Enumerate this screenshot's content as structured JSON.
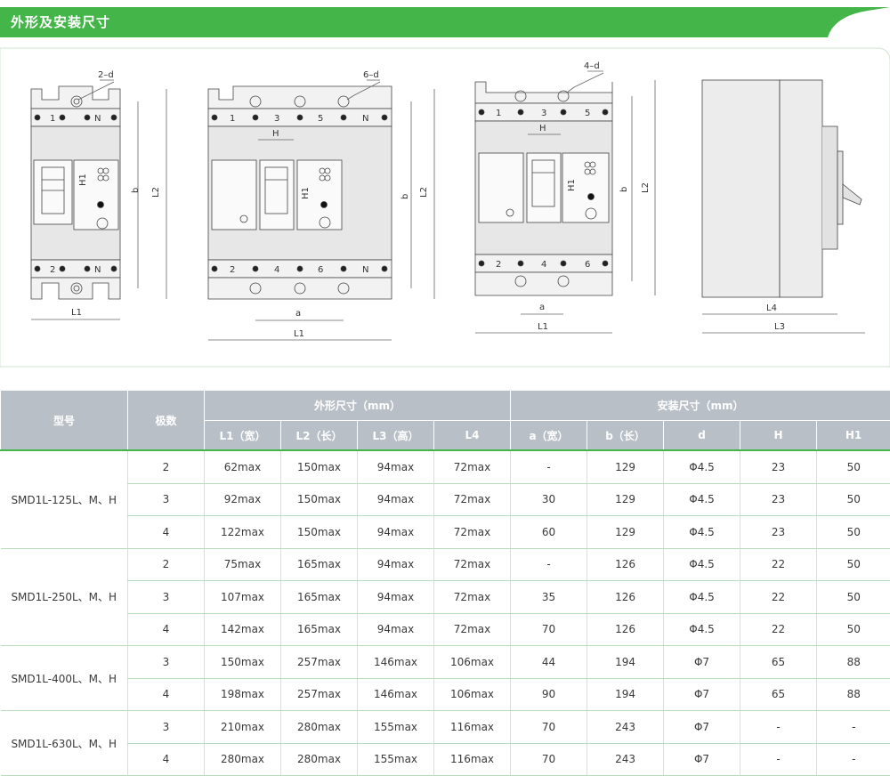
{
  "header": {
    "title": "外形及安装尺寸",
    "accent": "#43b549"
  },
  "diagram_labels": {
    "d2": "2–d",
    "d6": "6–d",
    "d4": "4–d",
    "p1": "1",
    "p2": "2",
    "p3": "3",
    "p4": "4",
    "p5": "5",
    "p6": "6",
    "pN": "N",
    "L1": "L1",
    "L2": "L2",
    "L3": "L3",
    "L4": "L4",
    "b": "b",
    "a": "a",
    "H": "H",
    "H1": "H1"
  },
  "table": {
    "col_model": "型号",
    "col_poles": "极数",
    "group_outline": "外形尺寸（mm）",
    "group_install": "安装尺寸（mm）",
    "sub": [
      "L1（宽）",
      "L2（长）",
      "L3（高）",
      "L4",
      "a（宽）",
      "b（长）",
      "d",
      "H",
      "H1"
    ],
    "groups": [
      {
        "model": "SMD1L-125L、M、H",
        "rows": [
          [
            "2",
            "62max",
            "150max",
            "94max",
            "72max",
            "-",
            "129",
            "Φ4.5",
            "23",
            "50"
          ],
          [
            "3",
            "92max",
            "150max",
            "94max",
            "72max",
            "30",
            "129",
            "Φ4.5",
            "23",
            "50"
          ],
          [
            "4",
            "122max",
            "150max",
            "94max",
            "72max",
            "60",
            "129",
            "Φ4.5",
            "23",
            "50"
          ]
        ]
      },
      {
        "model": "SMD1L-250L、M、H",
        "rows": [
          [
            "2",
            "75max",
            "165max",
            "94max",
            "72max",
            "-",
            "126",
            "Φ4.5",
            "22",
            "50"
          ],
          [
            "3",
            "107max",
            "165max",
            "94max",
            "72max",
            "35",
            "126",
            "Φ4.5",
            "22",
            "50"
          ],
          [
            "4",
            "142max",
            "165max",
            "94max",
            "72max",
            "70",
            "126",
            "Φ4.5",
            "22",
            "50"
          ]
        ]
      },
      {
        "model": "SMD1L-400L、M、H",
        "rows": [
          [
            "3",
            "150max",
            "257max",
            "146max",
            "106max",
            "44",
            "194",
            "Φ7",
            "65",
            "88"
          ],
          [
            "4",
            "198max",
            "257max",
            "146max",
            "106max",
            "90",
            "194",
            "Φ7",
            "65",
            "88"
          ]
        ]
      },
      {
        "model": "SMD1L-630L、M、H",
        "rows": [
          [
            "3",
            "210max",
            "280max",
            "155max",
            "116max",
            "70",
            "243",
            "Φ7",
            "-",
            "-"
          ],
          [
            "4",
            "280max",
            "280max",
            "155max",
            "116max",
            "70",
            "243",
            "Φ7",
            "-",
            "-"
          ]
        ]
      }
    ]
  }
}
